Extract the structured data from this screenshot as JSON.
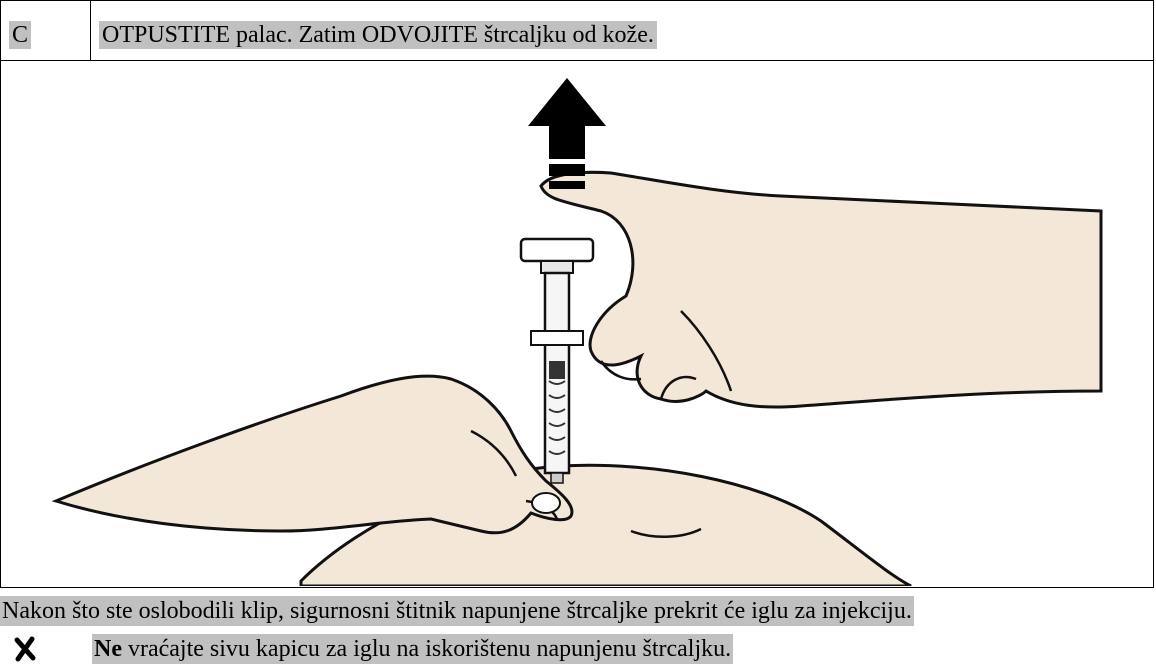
{
  "step": {
    "letter": "C",
    "instruction": "OTPUSTITE palac. Zatim ODVOJITE štrcaljku od kože."
  },
  "note": "Nakon što ste oslobodili klip, sigurnosni štitnik napunjene štrcaljke prekrit će iglu za injekciju.",
  "warning": {
    "icon": "cross-icon",
    "emphasis": "Ne",
    "text": " vraćajte sivu kapicu za iglu na iskorištenu napunjenu štrcaljku."
  },
  "colors": {
    "highlight": "#c0c0c0",
    "skin": "#f3e7d8",
    "arrow": "#000000"
  }
}
